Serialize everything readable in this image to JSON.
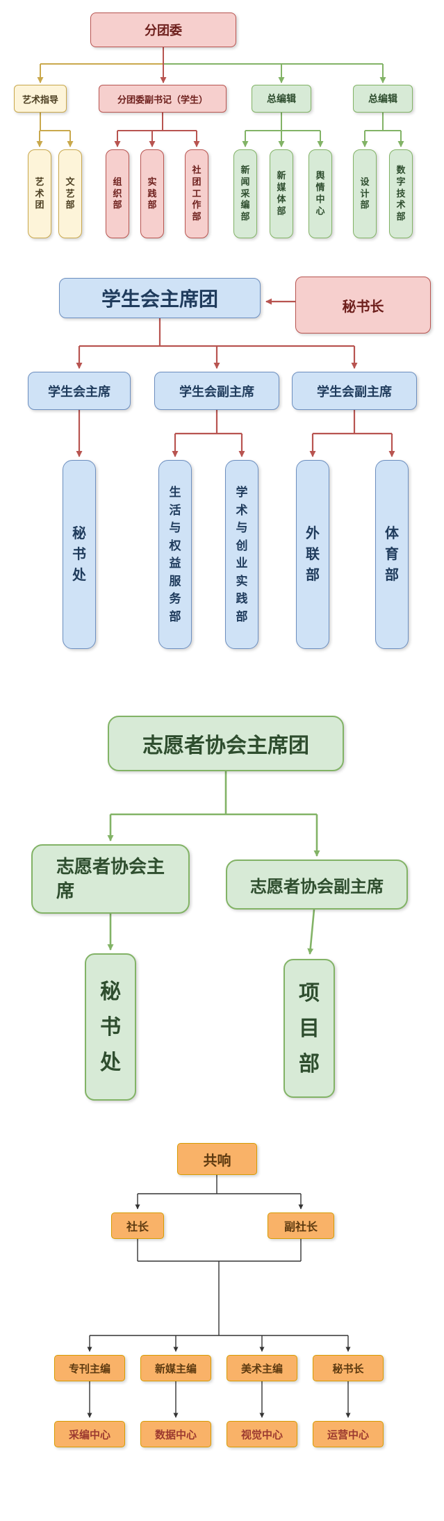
{
  "colors": {
    "pink_fill": "#f6cfcd",
    "pink_border": "#b85450",
    "pink_text": "#6d1f1c",
    "yellow_fill": "#fdf4d9",
    "yellow_border": "#c9a84c",
    "yellow_text": "#4d4023",
    "green_fill": "#d7ead6",
    "green_border": "#82b366",
    "green_text": "#2e4d2e",
    "blue_fill": "#cfe2f6",
    "blue_border": "#6c8ebf",
    "blue_text": "#1f3b5c",
    "orange_fill": "#f9b268",
    "orange_border": "#d79b00",
    "orange_text": "#5d3a10",
    "orange_text_alt": "#9c3a30",
    "arrow_red": "#b85450",
    "arrow_green": "#82b366",
    "arrow_tan": "#c9a84c",
    "arrow_black": "#333333"
  },
  "chart1": {
    "root": "分团委",
    "b0": "艺术指导",
    "b1": "分团委副书记（学生）",
    "b2": "总编辑",
    "b3": "总编辑",
    "c00": "艺术团",
    "c01": "文艺部",
    "c10": "组织部",
    "c11": "实践部",
    "c12": "社团工作部",
    "c20": "新闻采编部",
    "c21": "新媒体部",
    "c22": "舆情中心",
    "c30": "设计部",
    "c31": "数字技术部"
  },
  "chart2": {
    "root": "学生会主席团",
    "secretary": "秘书长",
    "p0": "学生会主席",
    "p1": "学生会副主席",
    "p2": "学生会副主席",
    "d0": "秘书处",
    "d1": "生活与权益服务部",
    "d2": "学术与创业实践部",
    "d3": "外联部",
    "d4": "体育部"
  },
  "chart3": {
    "root": "志愿者协会主席团",
    "left": "志愿者协会主席",
    "right": "志愿者协会副主席",
    "left_child": "秘书处",
    "right_child": "项目部"
  },
  "chart4": {
    "root": "共响",
    "p0": "社长",
    "p1": "副社长",
    "e0": "专刊主编",
    "e1": "新媒主编",
    "e2": "美术主编",
    "e3": "秘书长",
    "c0": "采编中心",
    "c1": "数据中心",
    "c2": "视觉中心",
    "c3": "运营中心"
  }
}
